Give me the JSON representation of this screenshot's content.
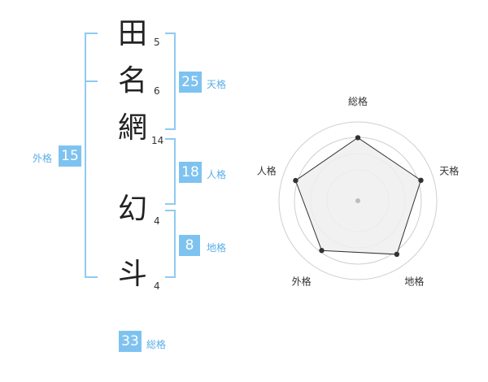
{
  "name": {
    "characters": [
      {
        "char": "田",
        "strokes": "5"
      },
      {
        "char": "名",
        "strokes": "6"
      },
      {
        "char": "網",
        "strokes": "14"
      },
      {
        "char": "幻",
        "strokes": "4"
      },
      {
        "char": "斗",
        "strokes": "4"
      }
    ]
  },
  "kakusu": {
    "tenkaku": {
      "value": "25",
      "label": "天格"
    },
    "jinkaku": {
      "value": "18",
      "label": "人格"
    },
    "chikaku": {
      "value": "8",
      "label": "地格"
    },
    "gaikaku": {
      "value": "15",
      "label": "外格"
    },
    "soukaku": {
      "value": "33",
      "label": "総格"
    }
  },
  "radar": {
    "axes": [
      "総格",
      "天格",
      "地格",
      "外格",
      "人格"
    ],
    "levels": [
      0.8,
      0.84,
      0.84,
      0.78,
      0.83
    ],
    "rings": 4
  },
  "colors": {
    "accent": "#7ec3f0",
    "accent_text": "#5aaee6",
    "radar_fill": "#eeeeee",
    "radar_stroke": "#333333"
  }
}
